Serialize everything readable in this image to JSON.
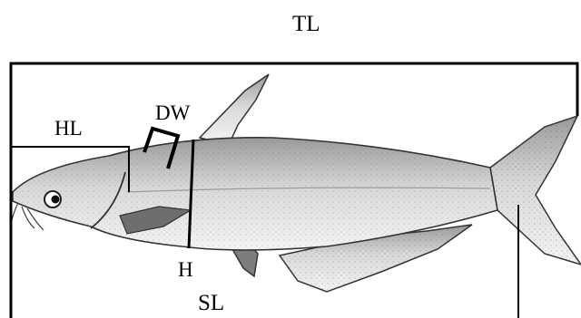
{
  "labels": {
    "total_length": "TL",
    "head_length": "HL",
    "dorsal_width": "DW",
    "height": "H",
    "standard_length": "SL"
  },
  "colors": {
    "line": "#000000",
    "fish_body": "#e4e4e4",
    "fish_shade": "#8a8a8a",
    "background": "#ffffff"
  }
}
